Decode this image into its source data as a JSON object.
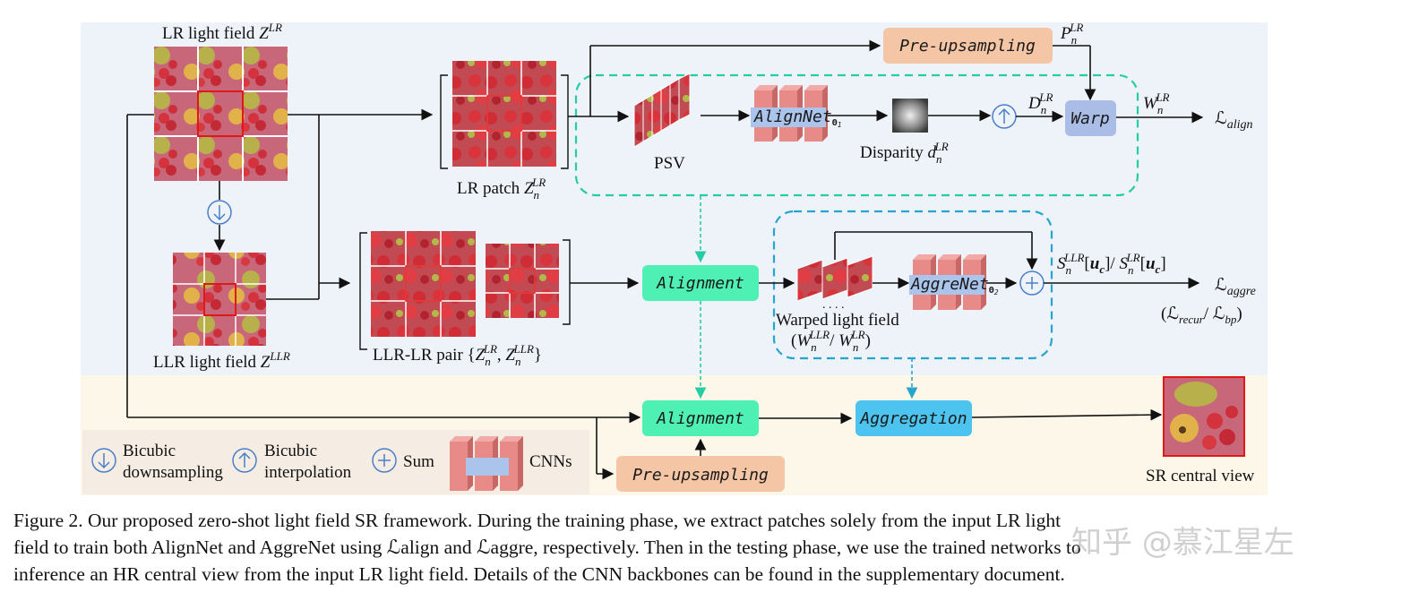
{
  "labels": {
    "lr_light_field": "LR light field",
    "lr_light_field_sym": "Z",
    "lr_light_field_sup": "LR",
    "llr_light_field": "LLR light field",
    "llr_light_field_sym": "Z",
    "llr_light_field_sup": "LLR",
    "lr_patch": "LR patch",
    "lr_patch_sym": "Z",
    "lr_patch_sub": "n",
    "lr_patch_sup": "LR",
    "llr_lr_pair": "LLR-LR pair",
    "psv": "PSV",
    "disparity": "Disparity",
    "disparity_sym": "d",
    "disparity_sub": "n",
    "disparity_sup": "LR",
    "warped_light_field": "Warped light field",
    "sr_central_view": "SR central view",
    "P_sym": "P",
    "P_sub": "n",
    "P_sup": "LR",
    "D_sym": "D",
    "D_sub": "n",
    "D_sup": "LR",
    "W_sym": "W",
    "W_sub": "n",
    "W_sup": "LR",
    "S_llr": "S",
    "S_sub": "n",
    "S_llr_sup": "LLR",
    "S_lr_sup": "LR",
    "uc": "u",
    "uc_sub": "c",
    "loss_sym": "ℒ",
    "loss_align": "align",
    "loss_aggre": "aggre",
    "loss_recur": "recur",
    "loss_bp": "bp"
  },
  "blocks": {
    "pre_upsampling_top": "Pre-upsampling",
    "pre_upsampling_bottom": "Pre-upsampling",
    "warp": "Warp",
    "alignment_mid": "Alignment",
    "alignment_bottom": "Alignment",
    "aggregation": "Aggregation",
    "alignnet": "AlignNet",
    "alignnet_sub": "Θ",
    "alignnet_sub2": "1",
    "aggrenet": "AggreNet",
    "aggrenet_sub": "Θ",
    "aggrenet_sub2": "2"
  },
  "legend": {
    "bicubic_down_1": "Bicubic",
    "bicubic_down_2": "downsampling",
    "bicubic_up_1": "Bicubic",
    "bicubic_up_2": "interpolation",
    "sum": "Sum",
    "cnns": "CNNs"
  },
  "caption": {
    "line1": "Figure 2. Our proposed zero-shot light field SR framework.  During the training phase, we extract patches solely from the input LR light",
    "line2": "field to train both AlignNet and AggreNet using ℒalign and ℒaggre, respectively. Then in the testing phase, we use the trained networks to",
    "line3": "inference an HR central view from the input LR light field. Details of the CNN backbones can be found in the supplementary document."
  },
  "watermark": "知乎 @慕江星左",
  "colors": {
    "train_bg": "#eef2f9",
    "test_bg": "#fdf7e9",
    "legend_bg": "#f5ede3",
    "pre_upsampling": "#f5c6a5",
    "warp": "#a9bde6",
    "alignment": "#4ff0b4",
    "aggregation": "#4dc4ef",
    "cnn_block": "#e88a88",
    "cnn_core": "#aac4ec",
    "dash_top": "#26cca4",
    "dash_bottom": "#26a6cc",
    "image_frame": "#d83030"
  }
}
